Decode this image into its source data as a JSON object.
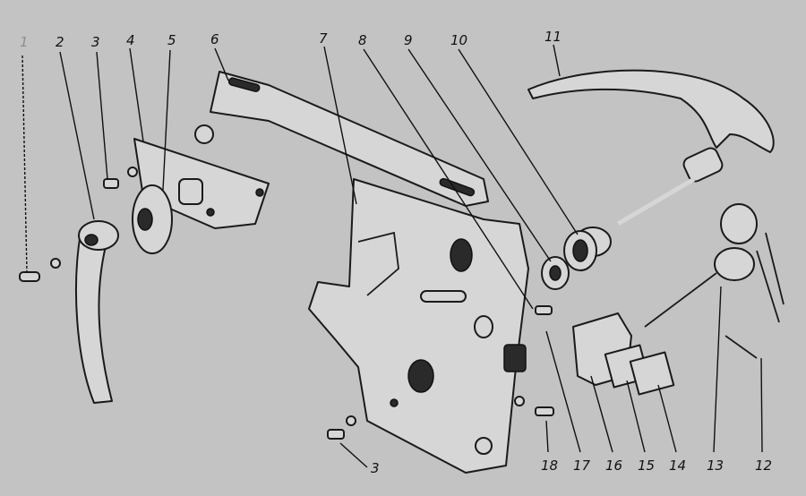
{
  "diagram": {
    "title": "Door lock assembly exploded view",
    "callouts": [
      {
        "id": "1",
        "text": "1"
      },
      {
        "id": "2",
        "text": "2"
      },
      {
        "id": "3",
        "text": "3"
      },
      {
        "id": "4",
        "text": "4"
      },
      {
        "id": "5",
        "text": "5"
      },
      {
        "id": "6",
        "text": "6"
      },
      {
        "id": "7",
        "text": "7"
      },
      {
        "id": "8",
        "text": "8"
      },
      {
        "id": "9",
        "text": "9"
      },
      {
        "id": "10",
        "text": "10"
      },
      {
        "id": "11",
        "text": "11"
      },
      {
        "id": "3b",
        "text": "3"
      },
      {
        "id": "18",
        "text": "18"
      },
      {
        "id": "17",
        "text": "17"
      },
      {
        "id": "16",
        "text": "16"
      },
      {
        "id": "15",
        "text": "15"
      },
      {
        "id": "14",
        "text": "14"
      },
      {
        "id": "13",
        "text": "13"
      },
      {
        "id": "12",
        "text": "12"
      }
    ]
  }
}
